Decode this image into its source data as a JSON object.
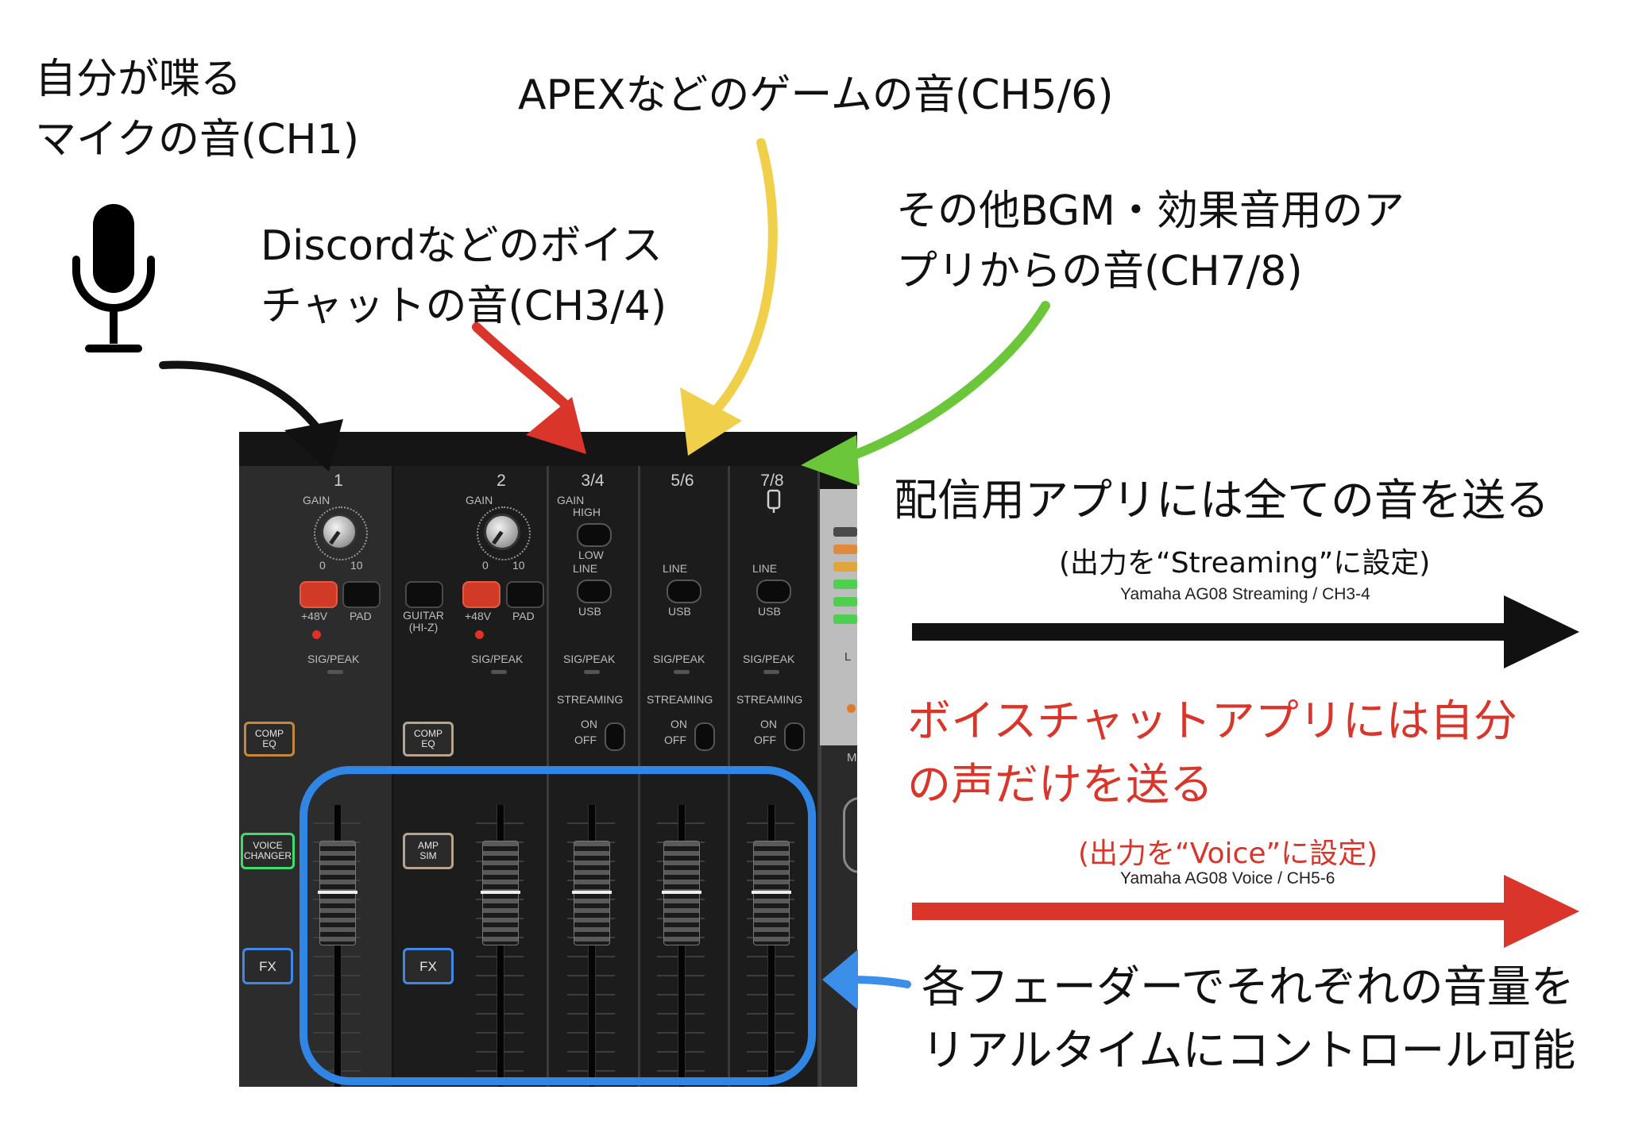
{
  "annotations": {
    "mic": [
      "自分が喋る",
      "マイクの音(CH1)"
    ],
    "voicechat": [
      "Discordなどのボイス",
      "チャットの音(CH3/4)"
    ],
    "game": "APEXなどのゲームの音(CH5/6)",
    "bgm": [
      "その他BGM・効果音用のア",
      "プリからの音(CH7/8)"
    ],
    "streaming": {
      "title": "配信用アプリには全ての音を送る",
      "setting": "(出力を“Streaming”に設定)",
      "device": "Yamaha AG08 Streaming / CH3-4"
    },
    "voice": {
      "title": [
        "ボイスチャットアプリには自分",
        "の声だけを送る"
      ],
      "setting": "(出力を“Voice”に設定)",
      "device": "Yamaha AG08 Voice / CH5-6"
    },
    "faders": [
      "各フェーダーでそれぞれの音量を",
      "リアルタイムにコントロール可能"
    ]
  },
  "mixer": {
    "channels": [
      "1",
      "2",
      "3/4",
      "5/6",
      "7/8"
    ],
    "gain": "GAIN",
    "gain_min": "0",
    "gain_max": "10",
    "phantom": "+48V",
    "pad": "PAD",
    "guitar": [
      "GUITAR",
      "(HI-Z)"
    ],
    "sig_peak": "SIG/PEAK",
    "gain_high": "HIGH",
    "gain_low": "LOW",
    "line": "LINE",
    "usb": "USB",
    "streaming": "STREAMING",
    "on": "ON",
    "off": "OFF",
    "comp_eq": [
      "COMP",
      "EQ"
    ],
    "voice_changer": [
      "VOICE",
      "CHANGER"
    ],
    "amp_sim": [
      "AMP",
      "SIM"
    ],
    "fx": "FX",
    "meter_l": "L",
    "side_m": "M"
  },
  "colors": {
    "arrow_black": "#111111",
    "arrow_red": "#d9352a",
    "arrow_yellow": "#f0d04a",
    "arrow_green": "#6cc63a",
    "arrow_blue": "#3b8fe8",
    "highlight_blue": "#2f86e4",
    "annotation_red": "#d9352a"
  },
  "icons": [
    "microphone-icon",
    "usb-mic-icon"
  ]
}
